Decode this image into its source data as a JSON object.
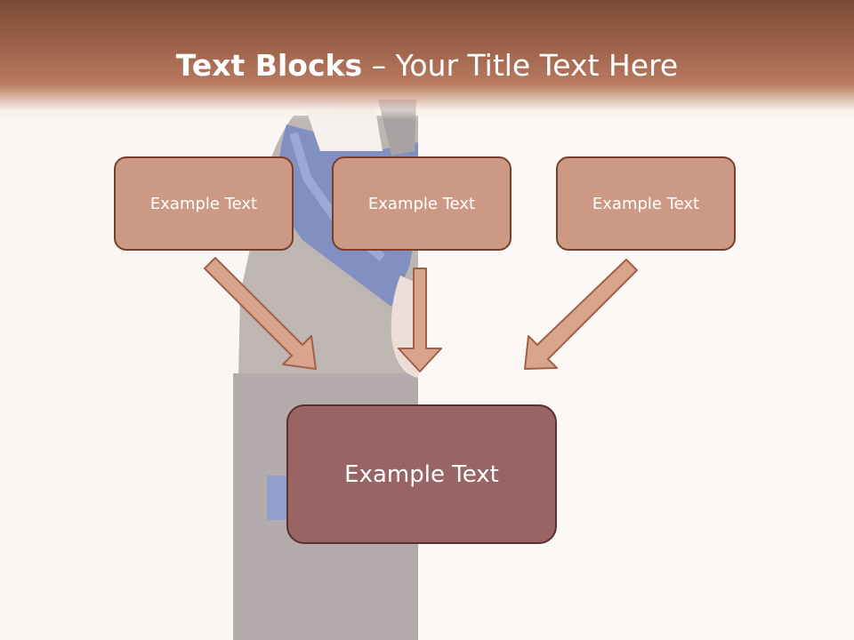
{
  "title": {
    "bold": "Text Blocks",
    "dash": " – ",
    "rest": "Your Title Text Here"
  },
  "blocks": {
    "left": "Example Text",
    "middle": "Example Text",
    "right": "Example Text",
    "bottom": "Example Text"
  },
  "colors": {
    "header": "#9a6048",
    "block_fill": "#cc9a84",
    "block_border": "#7a3f2a",
    "bottom_fill": "#986464",
    "arrow_fill": "#d9a48c",
    "arrow_stroke": "#a06049"
  }
}
